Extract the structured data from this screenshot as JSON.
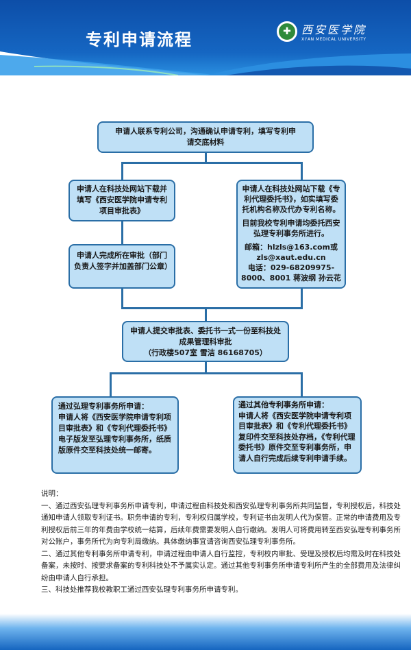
{
  "header": {
    "title": "专利申请流程",
    "logo_cn": "西安医学院",
    "logo_en": "XI'AN MEDICAL UNIVERSITY"
  },
  "flow": {
    "step1": "申请人联系专利公司，沟通确认申请专利，填写专利申请交底材料",
    "left1": "申请人在科技处网站下载并填写《西安医学院申请专利项目审批表》",
    "left2": "申请人完成所在审批（部门负责人签字并加盖部门公章）",
    "right1": "申请人在科技处网站下载《专利代理委托书》，如实填写委托机构名称及代办专利名称。",
    "right2": "目前我校专利申请均委托西安弘理专利事务所进行。",
    "right3": "邮箱：hlzls@163.com或zls@xaut.edu.cn",
    "right4": "电话：029-68209975-8000、8001 蒋波纲  孙云花",
    "step3_l1": "申请人提交审批表、委托书一式一份至科技处成果管理科审批",
    "step3_l2": "（行政楼507室  雪洁 86168705）",
    "bl_title": "通过弘理专利事务所申请：",
    "bl_body": "申请人将《西安医学院申请专利项目审批表》和《专利代理委托书》电子版发至弘理专利事务所，纸质版原件交至科技处统一邮寄。",
    "br_title": "通过其他专利事务所申请：",
    "br_body": "申请人将《西安医学院申请专利项目审批表》和《专利代理委托书》复印件交至科技处存档，《专利代理委托书》原件交至专利事务所，申请人自行完成后续专利申请手续。"
  },
  "notes": {
    "heading": "说明：",
    "n1": "一、通过西安弘理专利事务所申请专利，申请过程由科技处和西安弘理专利事务所共同监督，专利授权后，科技处通知申请人领取专利证书。职务申请的专利，专利权归属学校，专利证书由发明人代为保管。正常的申请费用及专利授权后前三年的年费由学校统一结算，后续年费需要发明人自行缴纳。发明人可将费用转至西安弘理专利事务所对公账户，事务所代为向专利局缴纳。具体缴纳事宜请咨询西安弘理专利事务所。",
    "n2": "二、通过其他专利事务所申请专利，申请过程由申请人自行监控，专利校内审批、受理及授权后均需及时在科技处备案，未按时、按要求备案的专利科技处不予属实认定。通过其他专利事务所申请专利所产生的全部费用及法律纠纷由申请人自行承担。",
    "n3": "三、科技处推荐我校教职工通过西安弘理专利事务所申请专利。"
  }
}
